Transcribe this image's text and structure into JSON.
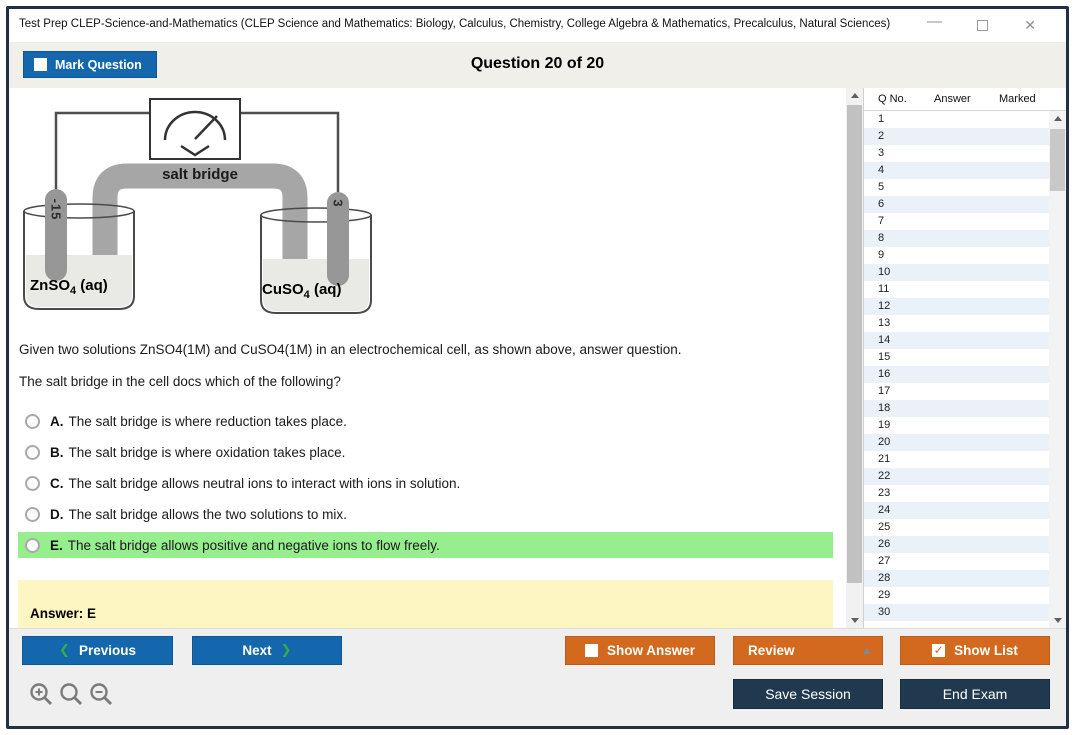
{
  "window": {
    "title": "Test Prep CLEP-Science-and-Mathematics (CLEP Science and Mathematics: Biology, Calculus, Chemistry, College Algebra & Mathematics, Precalculus, Natural Sciences)",
    "minimize": "—",
    "close": "✕"
  },
  "header": {
    "mark_question": "Mark Question",
    "counter": "Question 20 of 20"
  },
  "diagram": {
    "salt_bridge": "salt bridge",
    "left_electrode": "-15",
    "right_electrode": "3",
    "left_solution": {
      "main": "ZnSO",
      "sub": "4",
      "suffix": " (aq)"
    },
    "right_solution": {
      "main": "CuSO",
      "sub": "4",
      "suffix": " (aq)"
    }
  },
  "question": {
    "intro": "Given two solutions ZnSO4(1M) and CuSO4(1M) in an electrochemical cell, as shown above, answer question.",
    "prompt": "The salt bridge in the cell docs which of the following?",
    "options": [
      {
        "letter": "A.",
        "text": "The salt bridge is where reduction takes place.",
        "highlighted": false
      },
      {
        "letter": "B.",
        "text": "The salt bridge is where oxidation takes place.",
        "highlighted": false
      },
      {
        "letter": "C.",
        "text": "The salt bridge allows neutral ions to interact with ions in solution.",
        "highlighted": false
      },
      {
        "letter": "D.",
        "text": "The salt bridge allows the two solutions to mix.",
        "highlighted": false
      },
      {
        "letter": "E.",
        "text": "The salt bridge allows positive and negative ions to flow freely.",
        "highlighted": true
      }
    ],
    "answer": "Answer: E"
  },
  "sidebar": {
    "columns": [
      "Q No.",
      "Answer",
      "Marked"
    ],
    "row_numbers": [
      "1",
      "2",
      "3",
      "4",
      "5",
      "6",
      "7",
      "8",
      "9",
      "10",
      "11",
      "12",
      "13",
      "14",
      "15",
      "16",
      "17",
      "18",
      "19",
      "20",
      "21",
      "22",
      "23",
      "24",
      "25",
      "26",
      "27",
      "28",
      "29",
      "30"
    ]
  },
  "footer": {
    "previous": "Previous",
    "next": "Next",
    "show_answer": "Show Answer",
    "review": "Review",
    "show_list": "Show List",
    "save_session": "Save Session",
    "end_exam": "End Exam",
    "prev_chevron": "❮",
    "next_chevron": "❯",
    "review_caret": "▲",
    "show_list_check": "✓"
  },
  "colors": {
    "accent_blue": "#1467ac",
    "accent_orange": "#d2691e",
    "dark_navy": "#20394f",
    "highlight_green": "#97ee8e",
    "answer_yellow": "#fdf6c2",
    "row_alt_blue": "#eaf1f8",
    "chevron_green": "#2fae4a",
    "window_border": "#233044"
  }
}
